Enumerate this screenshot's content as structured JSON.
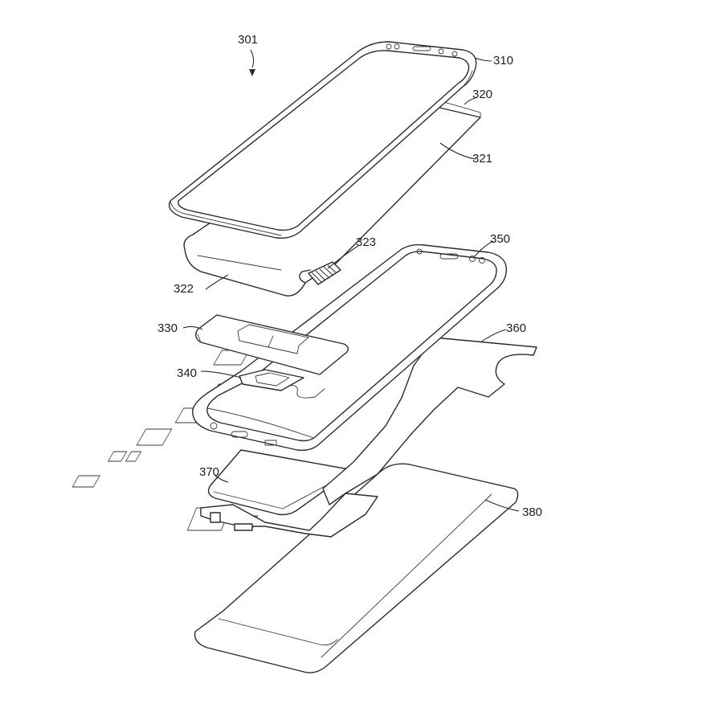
{
  "figure": {
    "labels": {
      "assembly": "301",
      "front_plate": "310",
      "display": "320",
      "display_panel": "321",
      "display_flex": "322",
      "display_connector": "323",
      "window_sheet": "330",
      "sensor": "340",
      "bracket": "350",
      "pcb": "360",
      "battery": "370",
      "rear_plate": "380"
    },
    "colors": {
      "line": "#2b2b2b",
      "background": "#ffffff"
    }
  }
}
